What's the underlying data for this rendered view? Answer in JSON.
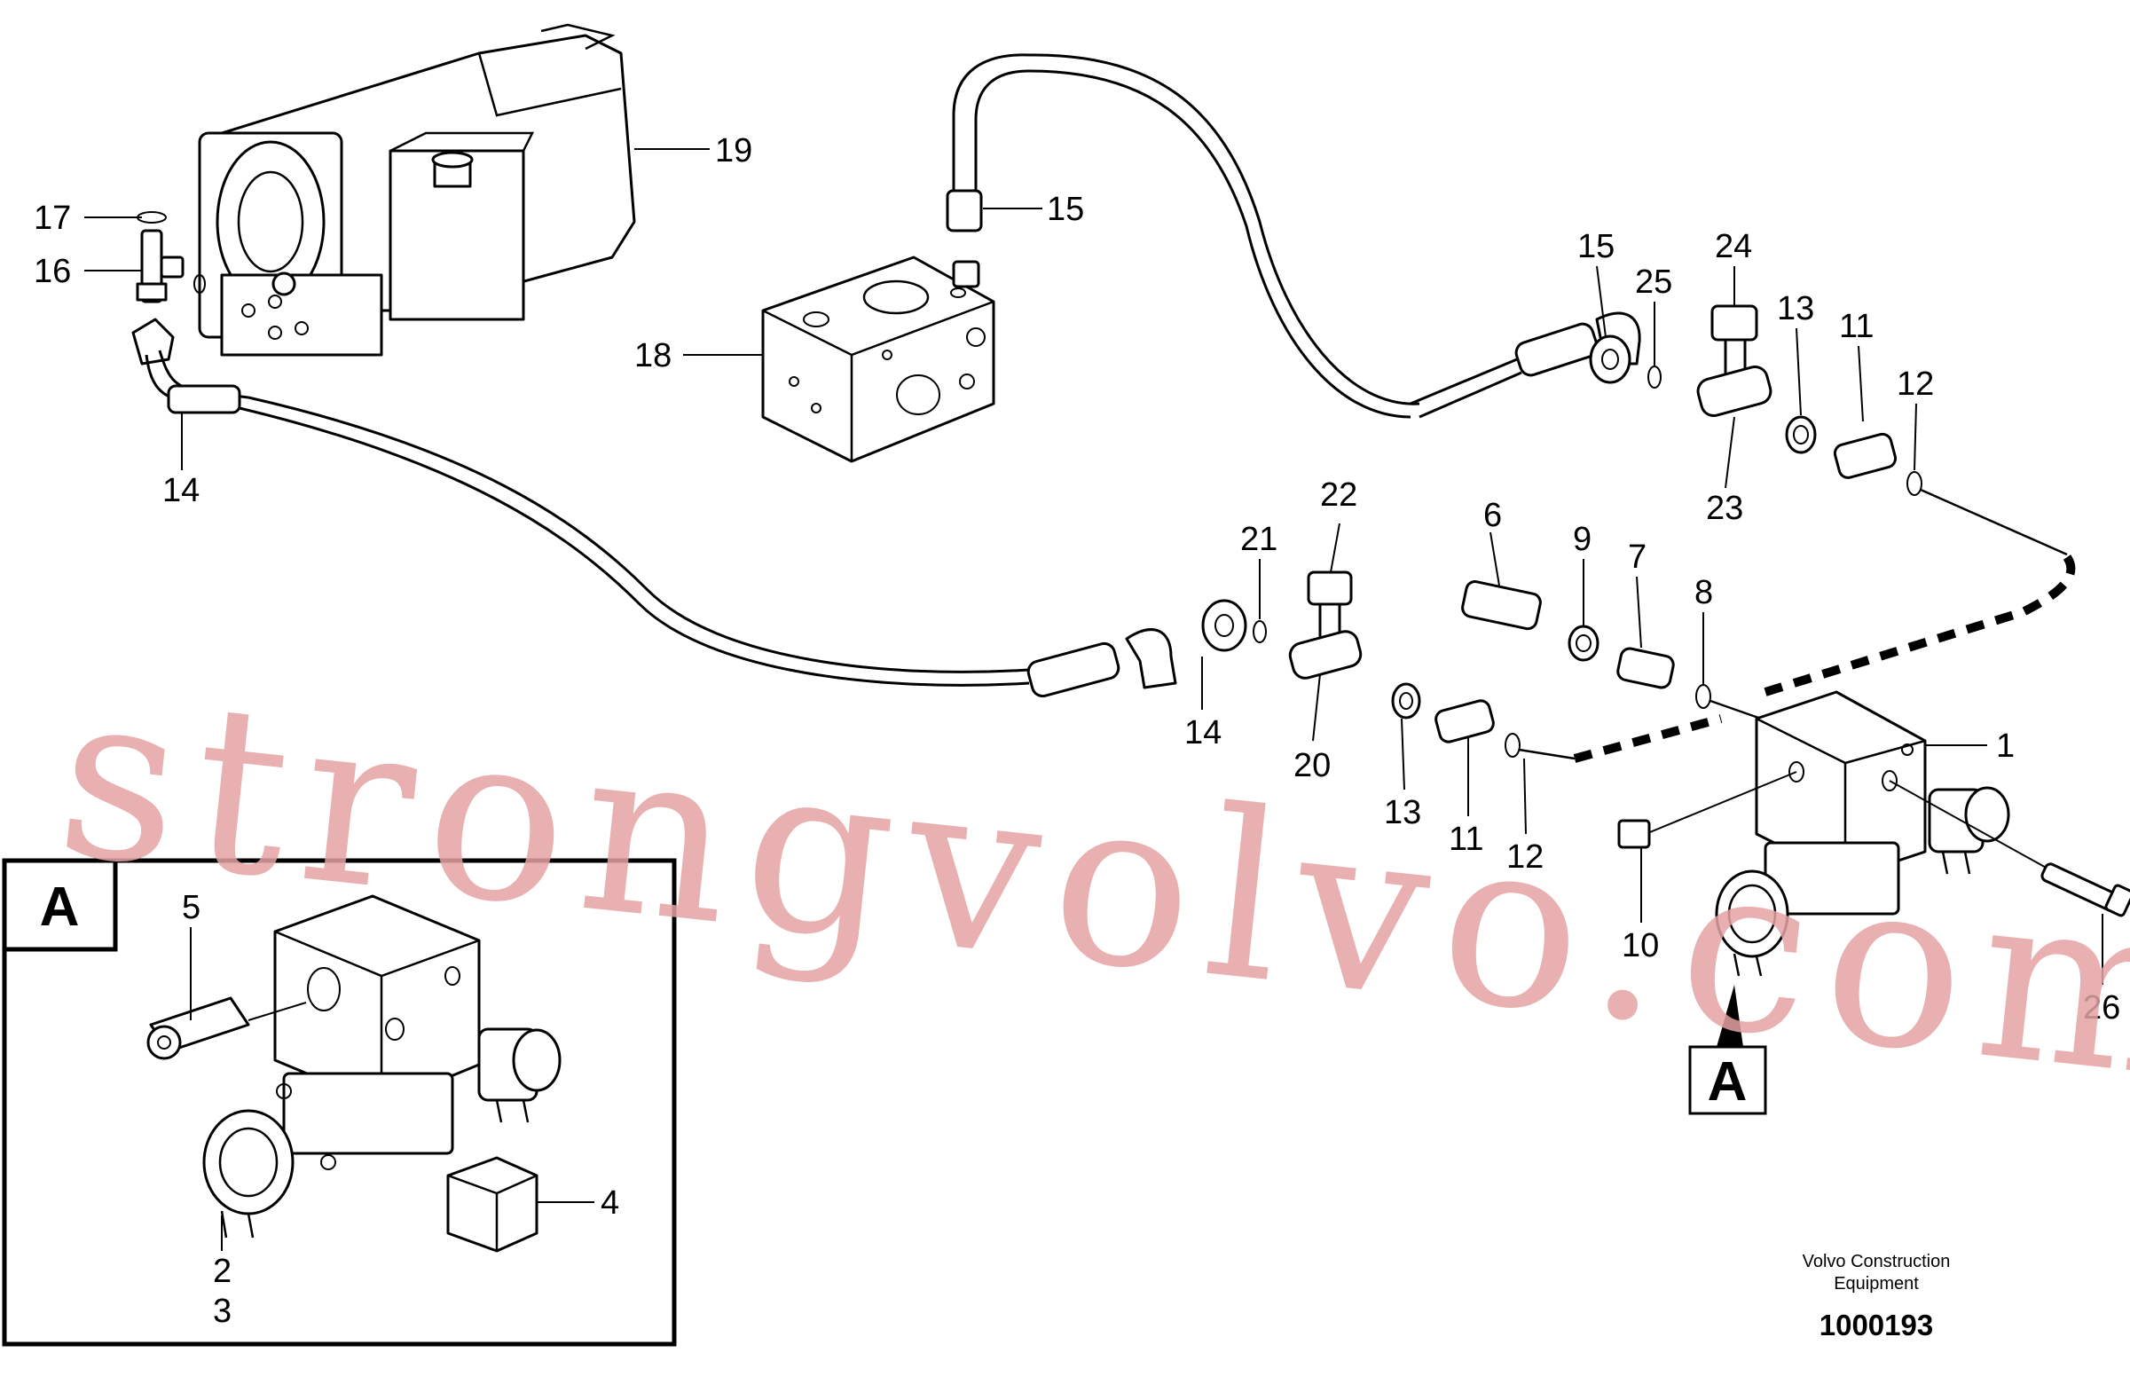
{
  "callouts": {
    "p1": "1",
    "p2": "2",
    "p3": "3",
    "p4": "4",
    "p5": "5",
    "p6": "6",
    "p7": "7",
    "p8": "8",
    "p9": "9",
    "p10": "10",
    "p11a": "11",
    "p11b": "11",
    "p12a": "12",
    "p12b": "12",
    "p13a": "13",
    "p13b": "13",
    "p14a": "14",
    "p14b": "14",
    "p15a": "15",
    "p15b": "15",
    "p16": "16",
    "p17": "17",
    "p18": "18",
    "p19": "19",
    "p20": "20",
    "p21": "21",
    "p22": "22",
    "p23": "23",
    "p24": "24",
    "p25": "25",
    "p26": "26"
  },
  "view_labels": {
    "inset": "A",
    "pointer": "A"
  },
  "credit": {
    "line1": "Volvo Construction",
    "line2": "Equipment"
  },
  "document_number": "1000193",
  "watermark": "strongvolvo.com"
}
